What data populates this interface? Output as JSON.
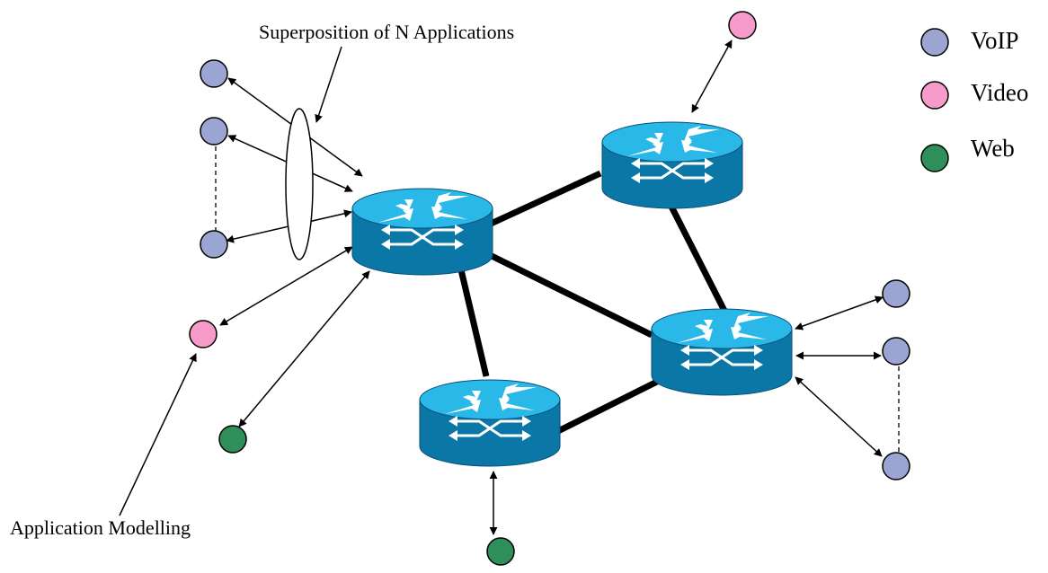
{
  "annotations": {
    "superposition": "Superposition of N Applications",
    "modelling": "Application Modelling"
  },
  "legend": [
    {
      "label": "VoIP",
      "color": "#9ba5d1",
      "icon": "voip-endpoint-icon"
    },
    {
      "label": "Video",
      "color": "#f79bcb",
      "icon": "video-endpoint-icon"
    },
    {
      "label": "Web",
      "color": "#2e8f5b",
      "icon": "web-endpoint-icon"
    }
  ],
  "colors": {
    "router_top": "#29b8e8",
    "router_side": "#0b77a6",
    "router_edge": "#0a4e78",
    "link": "#000000",
    "arrow": "#000000"
  },
  "routers": [
    "router-1",
    "router-2",
    "router-3",
    "router-4"
  ],
  "icons": {
    "router": "router-icon",
    "endpoint": "circle-icon"
  }
}
